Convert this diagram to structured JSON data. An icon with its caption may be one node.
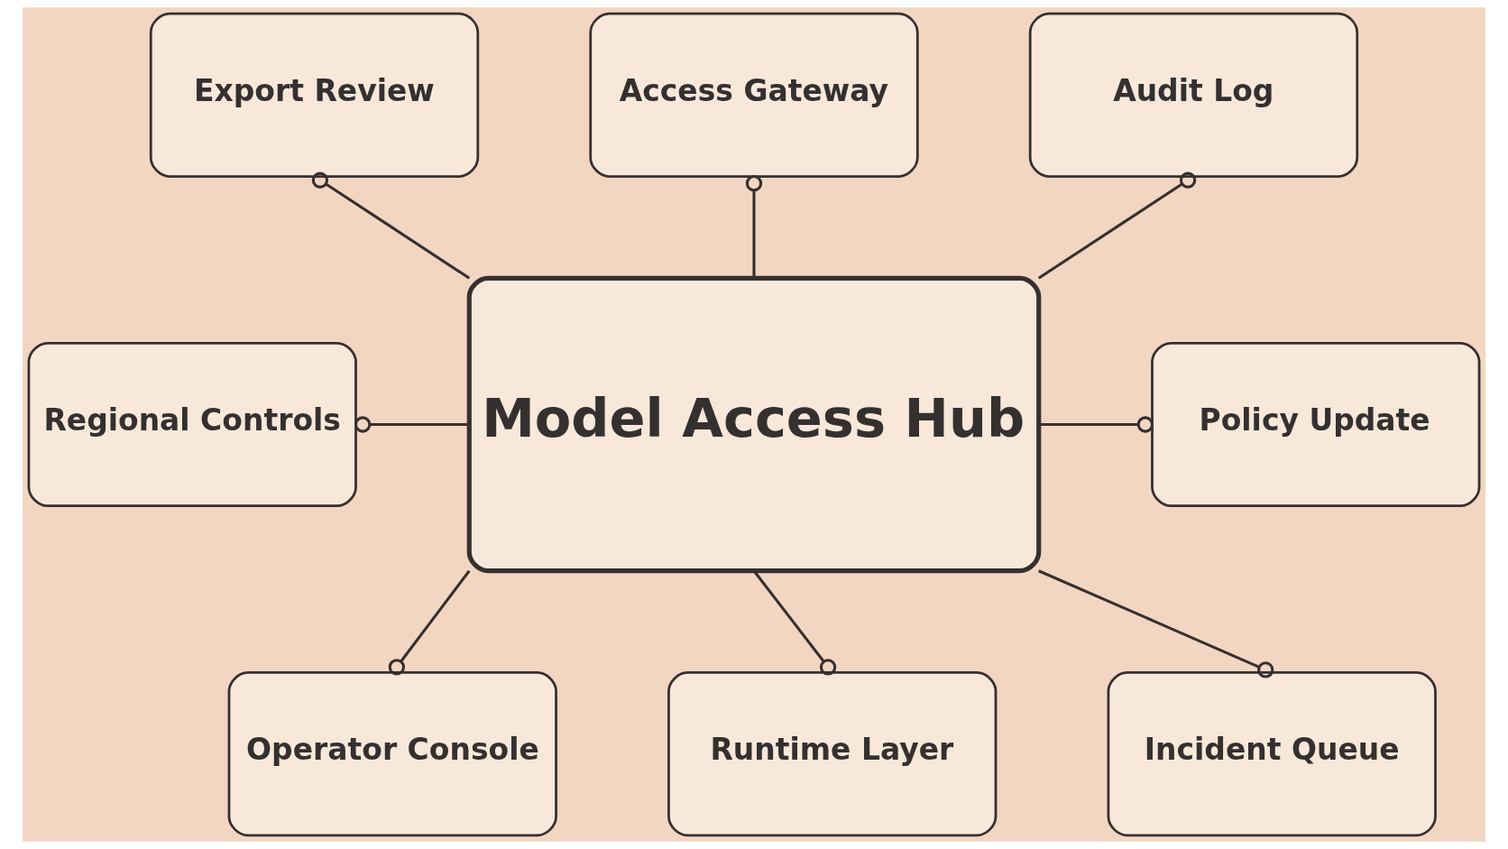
{
  "diagram": {
    "nodes": [
      {
        "text": [
          "Export Review"
        ]
      },
      {
        "text": [
          "Access Gateway"
        ]
      },
      {
        "text": [
          "Audit Log"
        ]
      },
      {
        "text": [
          "Regional Controls"
        ]
      },
      {
        "text": [
          "Model Access Hub"
        ]
      },
      {
        "text": [
          "Policy Update"
        ]
      },
      {
        "text": [
          "Operator Console"
        ]
      },
      {
        "text": [
          "Runtime Layer"
        ]
      },
      {
        "text": [
          "Incident Queue"
        ]
      }
    ],
    "edges": [
      {
        "from": 0,
        "to": 4,
        "arrow": "other"
      },
      {
        "from": 1,
        "to": 4,
        "arrow": "other"
      },
      {
        "from": 2,
        "to": 4,
        "arrow": "other"
      },
      {
        "from": 3,
        "to": 4,
        "arrow": "other"
      },
      {
        "from": 5,
        "to": 4,
        "arrow": "other"
      },
      {
        "from": 6,
        "to": 4,
        "arrow": "other"
      },
      {
        "from": 7,
        "to": 4,
        "arrow": "other"
      },
      {
        "from": 8,
        "to": 4,
        "arrow": "other"
      }
    ]
  }
}
